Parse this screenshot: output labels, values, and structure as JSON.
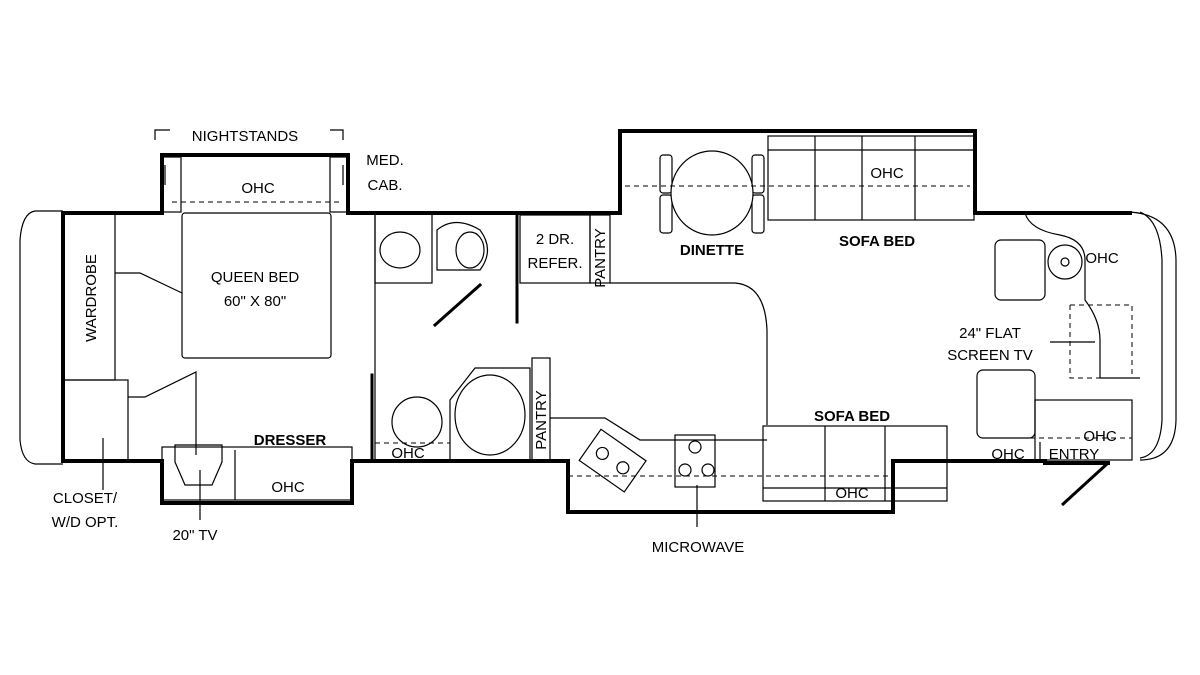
{
  "floorplan": {
    "labels": {
      "nightstands": "NIGHTSTANDS",
      "med_cab_1": "MED.",
      "med_cab_2": "CAB.",
      "ohc_bedroom": "OHC",
      "queen_bed_1": "QUEEN BED",
      "queen_bed_2": "60\" X 80\"",
      "wardrobe": "WARDROBE",
      "closet_1": "CLOSET/",
      "closet_2": "W/D OPT.",
      "dresser": "DRESSER",
      "ohc_dresser": "OHC",
      "tv_20": "20\" TV",
      "ohc_bath": "OHC",
      "pantry_bath": "PANTRY",
      "refer_1": "2 DR.",
      "refer_2": "REFER.",
      "pantry_refer": "PANTRY",
      "dinette": "DINETTE",
      "ohc_sofa_top": "OHC",
      "sofa_bed_top": "SOFA BED",
      "ohc_cab": "OHC",
      "flat_tv_1": "24\"  FLAT",
      "flat_tv_2": "SCREEN TV",
      "sofa_bed_bottom": "SOFA BED",
      "ohc_sofa_bottom": "OHC",
      "microwave": "MICROWAVE",
      "ohc_front_left": "OHC",
      "ohc_front_right": "OHC",
      "entry": "ENTRY"
    }
  }
}
